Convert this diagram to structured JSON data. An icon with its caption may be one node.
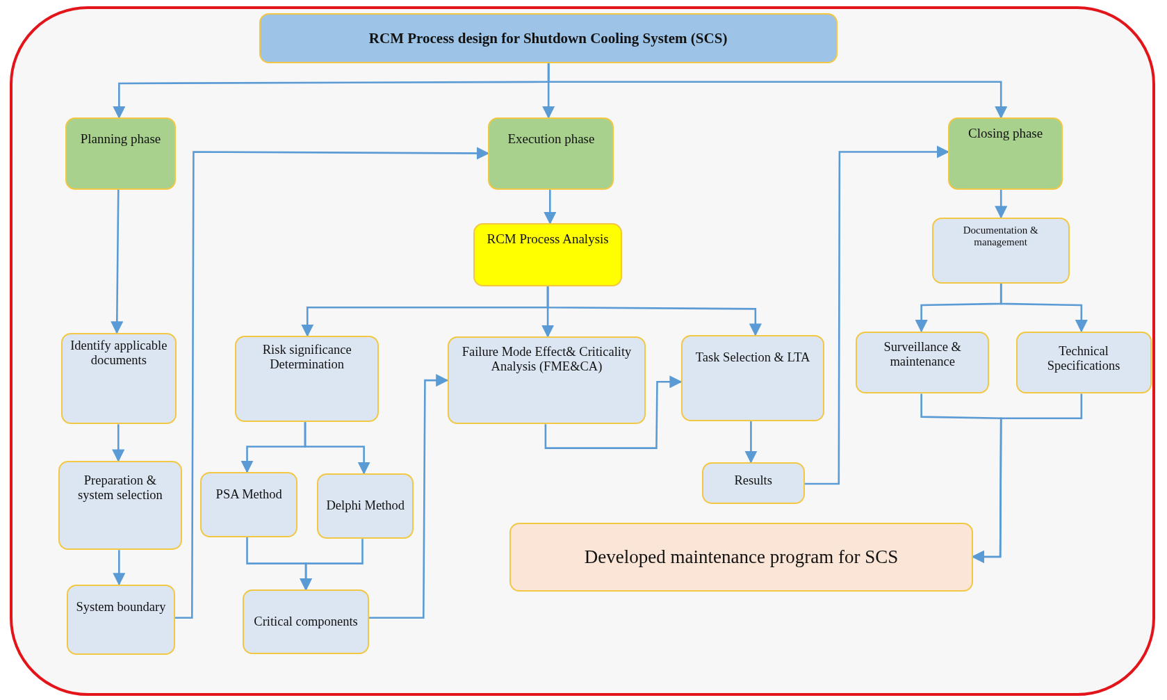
{
  "diagram": {
    "nodes": [
      {
        "text": [
          "RCM Process design for Shutdown Cooling System (SCS)"
        ]
      },
      {
        "text": [
          "Planning phase"
        ]
      },
      {
        "text": [
          "Execution phase"
        ]
      },
      {
        "text": [
          "Closing phase"
        ]
      },
      {
        "text": [
          "RCM Process Analysis"
        ]
      },
      {
        "text": [
          "Documentation & management"
        ]
      },
      {
        "text": [
          "Identify applicable documents"
        ]
      },
      {
        "text": [
          "Risk significance Determination"
        ]
      },
      {
        "text": [
          "Failure Mode Effect& Criticality Analysis (FME&CA)"
        ]
      },
      {
        "text": [
          "Task Selection & LTA"
        ]
      },
      {
        "text": [
          "Surveillance & maintenance"
        ]
      },
      {
        "text": [
          "Technical Specifications"
        ]
      },
      {
        "text": [
          "Preparation & system selection"
        ]
      },
      {
        "text": [
          "PSA Method"
        ]
      },
      {
        "text": [
          "Delphi Method"
        ]
      },
      {
        "text": [
          "Results"
        ]
      },
      {
        "text": [
          "Developed maintenance program for SCS"
        ]
      },
      {
        "text": [
          "System boundary"
        ]
      },
      {
        "text": [
          "Critical components"
        ]
      }
    ],
    "edges": [
      {
        "from": 0,
        "to": 1,
        "arrow": "to"
      },
      {
        "from": 0,
        "to": 2,
        "arrow": "to"
      },
      {
        "from": 0,
        "to": 3,
        "arrow": "to"
      },
      {
        "from": 1,
        "to": 6,
        "arrow": "to"
      },
      {
        "from": 6,
        "to": 12,
        "arrow": "to"
      },
      {
        "from": 12,
        "to": 17,
        "arrow": "to"
      },
      {
        "from": 17,
        "to": 2,
        "arrow": "to"
      },
      {
        "from": 2,
        "to": 4,
        "arrow": "to"
      },
      {
        "from": 4,
        "to": 7,
        "arrow": "to"
      },
      {
        "from": 4,
        "to": 8,
        "arrow": "to"
      },
      {
        "from": 4,
        "to": 9,
        "arrow": "to"
      },
      {
        "from": 7,
        "to": 13,
        "arrow": "to"
      },
      {
        "from": 7,
        "to": 14,
        "arrow": "to"
      },
      {
        "from": 13,
        "to": 18,
        "arrow": "to"
      },
      {
        "from": 14,
        "to": 18,
        "arrow": "to"
      },
      {
        "from": 18,
        "to": 8,
        "arrow": "to"
      },
      {
        "from": 8,
        "to": 9,
        "arrow": "to"
      },
      {
        "from": 9,
        "to": 15,
        "arrow": "to"
      },
      {
        "from": 15,
        "to": 3,
        "arrow": "to"
      },
      {
        "from": 3,
        "to": 5,
        "arrow": "to"
      },
      {
        "from": 5,
        "to": 10,
        "arrow": "to"
      },
      {
        "from": 5,
        "to": 11,
        "arrow": "to"
      },
      {
        "from": 10,
        "to": 16,
        "arrow": "to"
      },
      {
        "from": 11,
        "to": 16,
        "arrow": "to"
      }
    ]
  }
}
